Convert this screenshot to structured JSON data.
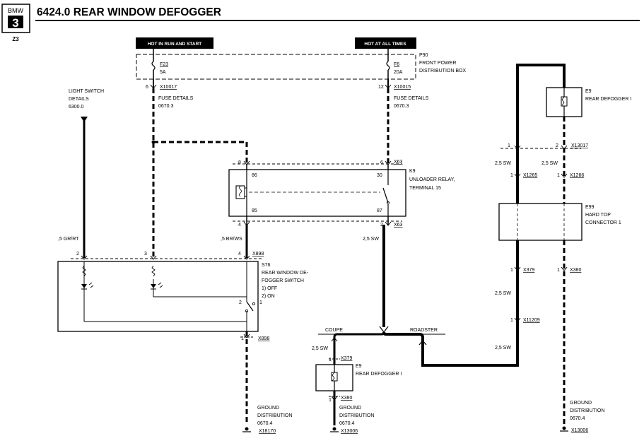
{
  "header": {
    "logo_top": "BMW",
    "logo_num": "3",
    "logo_bottom": "Z3",
    "title": "6424.0 REAR WINDOW DEFOGGER"
  },
  "supplies": {
    "run_start": "HOT IN RUN AND START",
    "all_times": "HOT AT ALL TIMES"
  },
  "p90": {
    "id": "P90",
    "line1": "FRONT POWER",
    "line2": "DISTRIBUTION BOX",
    "fuse_f23": "F23",
    "fuse_f23_rating": "5A",
    "fuse_f6": "F6",
    "fuse_f6_rating": "20A"
  },
  "connectors": {
    "x10017": "X10017",
    "x10017_pin": "6",
    "x10015": "X10015",
    "x10015_pin": "12",
    "x63": "X63",
    "x63_pin_top": "6",
    "x63_pin_bottom": "2",
    "x898": "X898",
    "x13017": "X13017",
    "x1265": "X1265",
    "x1266": "X1266",
    "x379": "X379",
    "x380": "X380",
    "x11209": "X11209",
    "x18170": "X18170",
    "x13006": "X13006",
    "pin1": "1",
    "pin2": "2",
    "pin3": "3",
    "pin4": "4"
  },
  "fuse_details": {
    "label": "FUSE DETAILS",
    "ref": "0670.3"
  },
  "light_switch": {
    "line1": "LIGHT SWITCH",
    "line2": "DETAILS",
    "ref": "6300.0"
  },
  "relay": {
    "id": "K9",
    "line1": "UNLOADER RELAY,",
    "line2": "TERMINAL 15",
    "pin86": "86",
    "pin30": "30",
    "pin85": "85",
    "pin87": "87",
    "pin8": "8",
    "pin4": "4"
  },
  "switch": {
    "id": "S76",
    "line1": "REAR WINDOW DE-",
    "line2": "FOGGER SWITCH",
    "opt1": "1)   OFF",
    "opt2": "2)   ON",
    "pos1": "1",
    "pos2": "2"
  },
  "wires": {
    "gr_rt": ",5 GR/RT",
    "br_ws": ",5 BR/WS",
    "sw_25": "2,5 SW"
  },
  "variants": {
    "coupe": "COUPE",
    "roadster": "ROADSTER"
  },
  "e9": {
    "id": "E9",
    "label": "REAR DEFOGGER I"
  },
  "e99": {
    "id": "E99",
    "line1": "HARD TOP",
    "line2": "CONNECTOR 1"
  },
  "ground": {
    "line1": "GROUND",
    "line2": "DISTRIBUTION",
    "ref": "0670.4"
  }
}
